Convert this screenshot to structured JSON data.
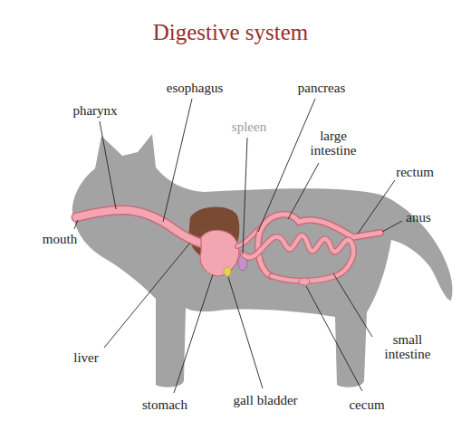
{
  "diagram": {
    "title": "Digestive system",
    "labels": [
      "pharynx",
      "esophagus",
      "pancreas",
      "spleen",
      "large intestine",
      "rectum",
      "anus",
      "mouth",
      "liver",
      "small intestine",
      "stomach",
      "gall bladder",
      "cecum"
    ]
  }
}
